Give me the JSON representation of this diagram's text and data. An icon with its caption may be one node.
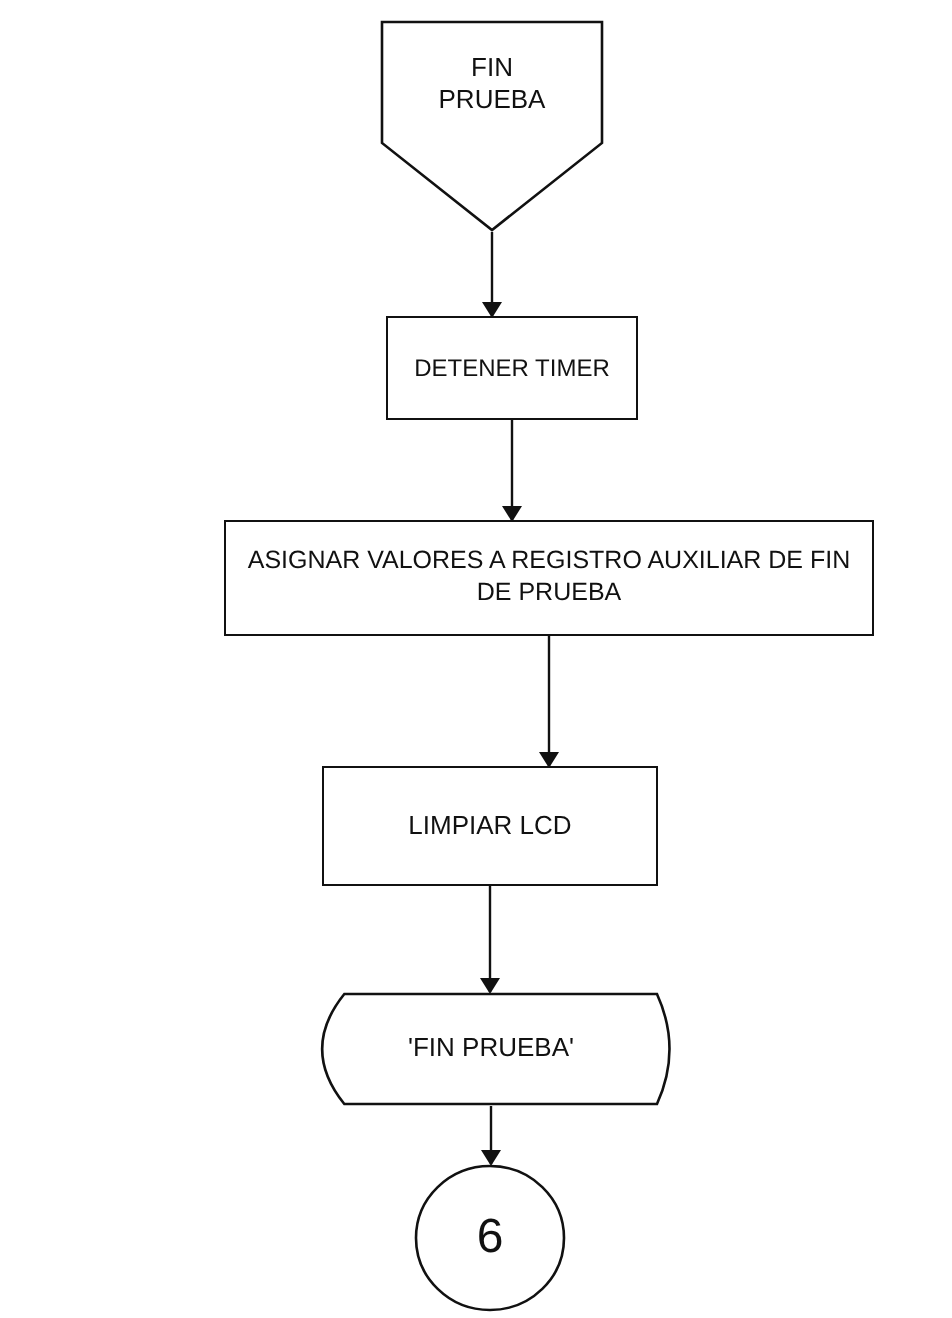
{
  "diagram": {
    "nodes": [
      {
        "text": [
          "FIN PRUEBA"
        ]
      },
      {
        "text": [
          "DETENER TIMER"
        ]
      },
      {
        "text": [
          "ASIGNAR VALORES A REGISTRO AUXILIAR DE FIN DE PRUEBA"
        ]
      },
      {
        "text": [
          "LIMPIAR LCD"
        ]
      },
      {
        "text": [
          "'FIN PRUEBA'"
        ]
      },
      {
        "text": [
          "6"
        ]
      }
    ],
    "edges": [
      {
        "from": 0,
        "to": 1,
        "arrow": "to"
      },
      {
        "from": 1,
        "to": 2,
        "arrow": "to"
      },
      {
        "from": 2,
        "to": 3,
        "arrow": "to"
      },
      {
        "from": 3,
        "to": 4,
        "arrow": "to"
      },
      {
        "from": 4,
        "to": 5,
        "arrow": "to"
      }
    ]
  }
}
